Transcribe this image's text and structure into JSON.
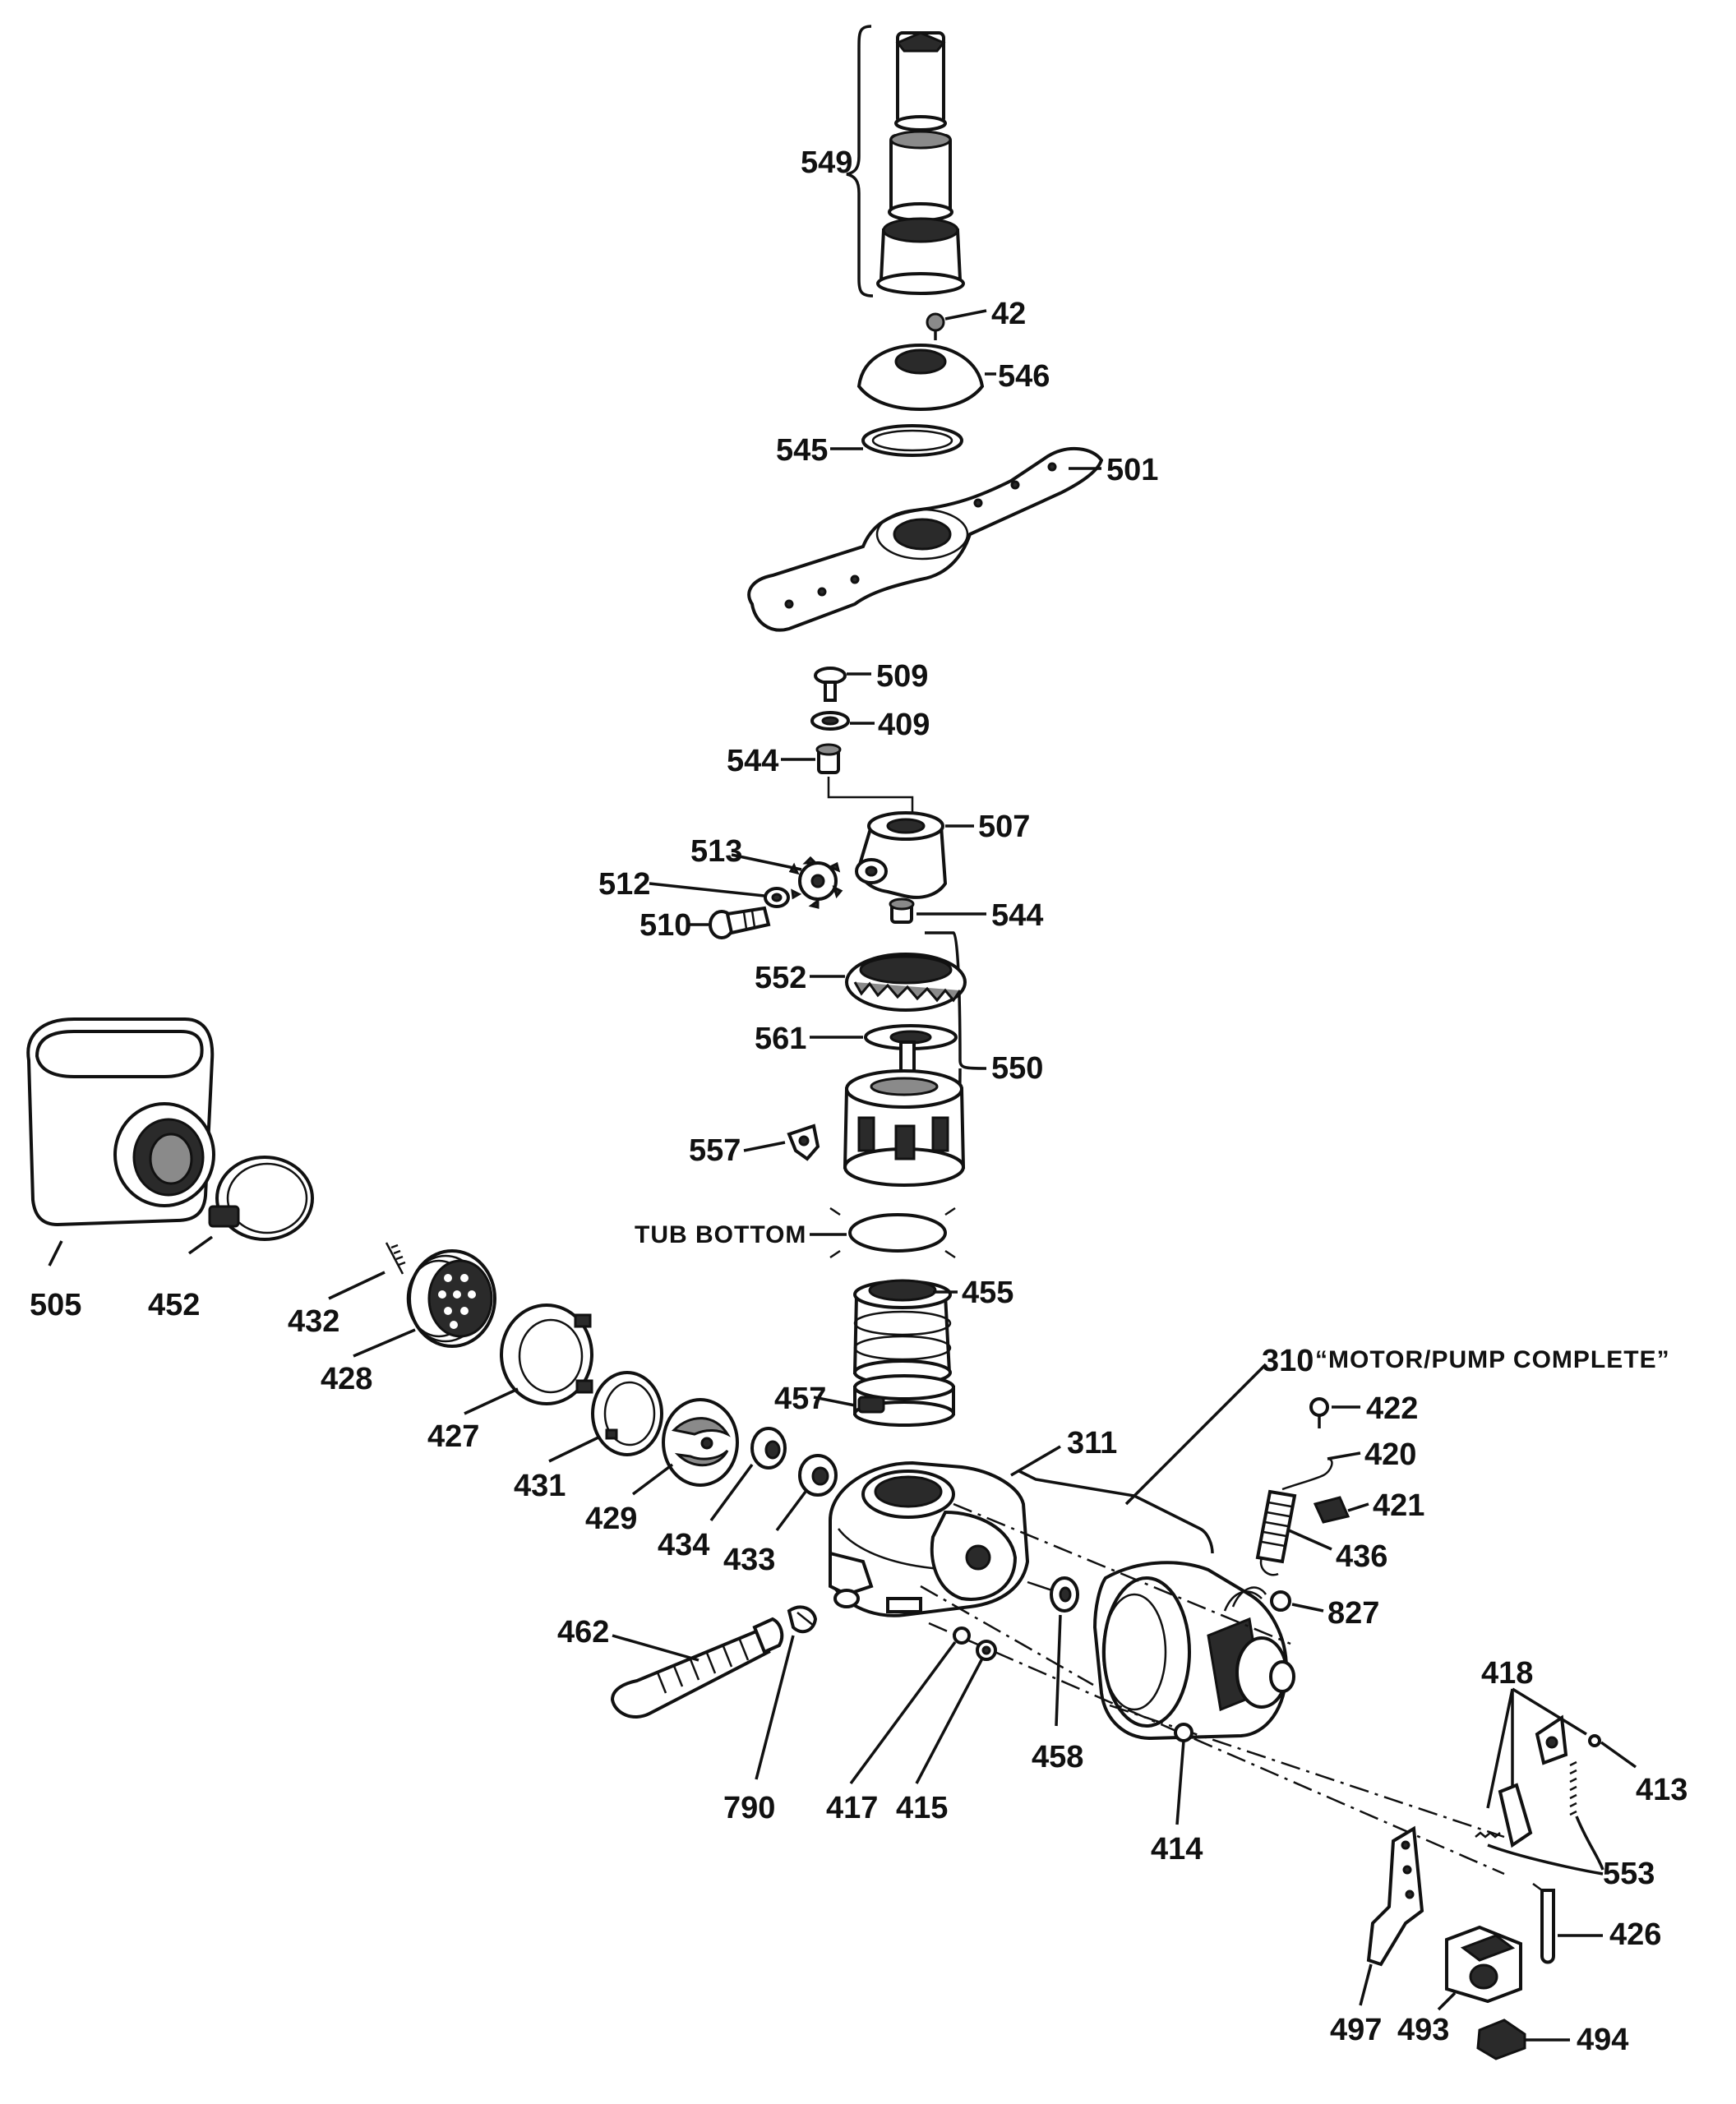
{
  "labels": {
    "p549": "549",
    "p42": "42",
    "p546": "546",
    "p545": "545",
    "p501": "501",
    "p509": "509",
    "p409": "409",
    "p544a": "544",
    "p507": "507",
    "p513": "513",
    "p512": "512",
    "p510": "510",
    "p544b": "544",
    "p552": "552",
    "p561": "561",
    "p550": "550",
    "p557": "557",
    "p505": "505",
    "p452": "452",
    "p432": "432",
    "p428": "428",
    "p427": "427",
    "p431": "431",
    "p429": "429",
    "p434": "434",
    "p433": "433",
    "p455": "455",
    "p457": "457",
    "p311": "311",
    "p310": "310",
    "p422": "422",
    "p420": "420",
    "p421": "421",
    "p436": "436",
    "p827": "827",
    "p462": "462",
    "p790": "790",
    "p417": "417",
    "p415": "415",
    "p458": "458",
    "p414": "414",
    "p418": "418",
    "p413": "413",
    "p553": "553",
    "p426": "426",
    "p497": "497",
    "p493": "493",
    "p494": "494"
  },
  "notes": {
    "tub_bottom": "TUB BOTTOM",
    "motor_pump": "“MOTOR/PUMP COMPLETE”"
  }
}
